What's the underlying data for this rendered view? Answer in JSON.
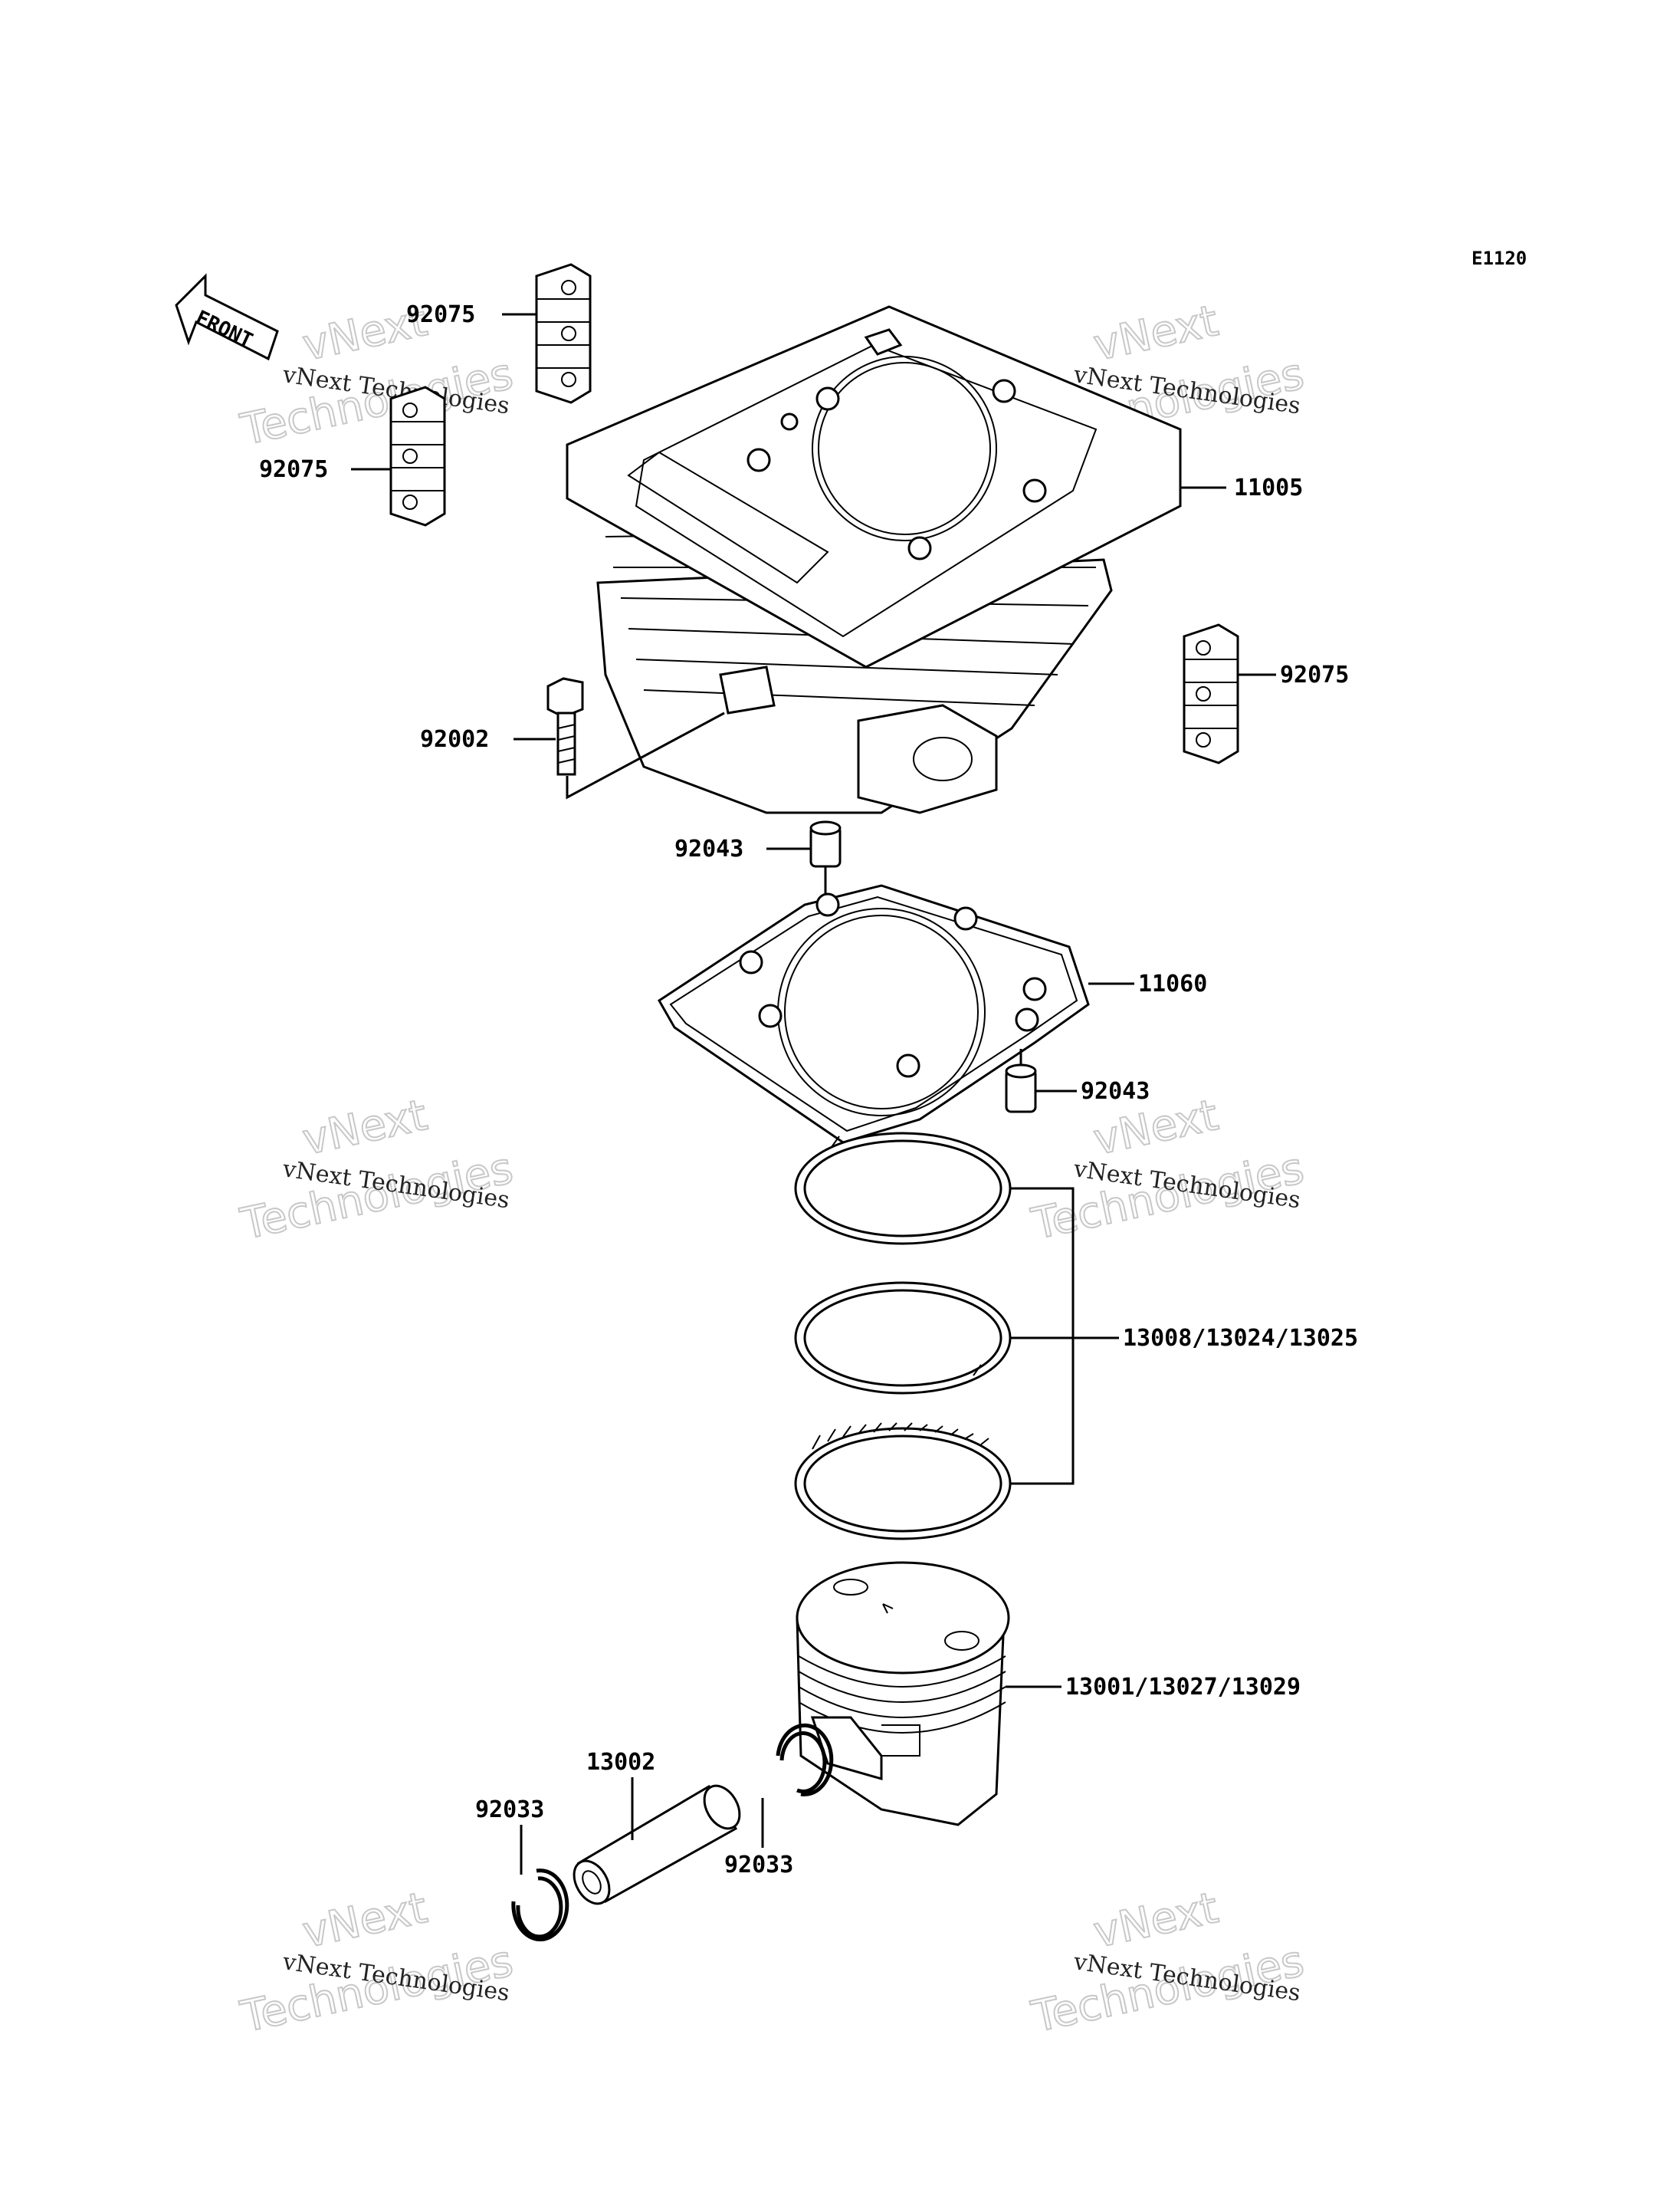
{
  "diagram": {
    "code": "E1120",
    "front_arrow_label": "FRONT",
    "watermark": {
      "line1": "vNext Technologies",
      "outline1": "vNext",
      "outline2": "Technologies"
    },
    "callouts": {
      "clip_top_left_a": "92075",
      "clip_top_left_b": "92075",
      "clip_right": "92075",
      "cylinder": "11005",
      "bolt": "92002",
      "dowel_upper": "92043",
      "gasket": "11060",
      "dowel_lower": "92043",
      "piston_rings": "13008/13024/13025",
      "piston": "13001/13027/13029",
      "piston_pin": "13002",
      "snap_ring_left": "92033",
      "snap_ring_right": "92033"
    }
  }
}
